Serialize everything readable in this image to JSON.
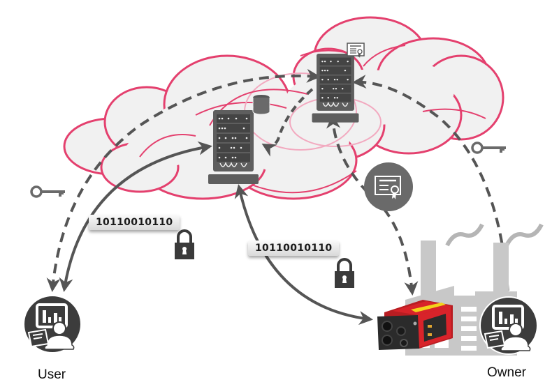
{
  "diagram": {
    "title": "Cloud data exchange between user, owner and device",
    "actors": {
      "user": {
        "label": "User",
        "icon": "dashboard-user-icon"
      },
      "owner": {
        "label": "Owner",
        "icon": "dashboard-user-icon"
      }
    },
    "cloud": {
      "name": "cloud",
      "servers": [
        "server-rack-primary",
        "server-rack-secondary"
      ]
    },
    "data_transfers": [
      {
        "label": "10110010110",
        "from": "server-rack-primary",
        "to": "user",
        "encrypted": true
      },
      {
        "label": "10110010110",
        "from": "server-rack-primary",
        "to": "device",
        "encrypted": true
      }
    ],
    "keys": [
      {
        "holder": "user",
        "icon": "key-icon"
      },
      {
        "holder": "owner",
        "icon": "key-icon"
      }
    ],
    "certificates": [
      {
        "location": "server-rack-secondary",
        "icon": "certificate-icon"
      },
      {
        "location": "device-link",
        "icon": "certificate-badge-icon"
      }
    ],
    "device": {
      "name": "industrial-sensor",
      "location": "factory"
    },
    "colors": {
      "cloud_outline": "#e4406e",
      "cloud_fill": "#f1f1f1",
      "server": "#5e5e5e",
      "arrow": "#555555",
      "lock": "#3a3a3a",
      "actor_circle": "#3c3c3c",
      "factory": "#c8c8c8",
      "device_red": "#d8232a",
      "device_label": "#f3d31a"
    }
  }
}
